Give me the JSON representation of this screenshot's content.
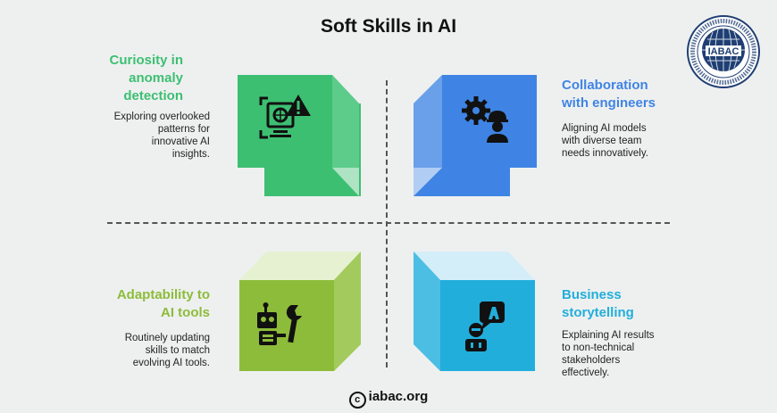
{
  "title": "Soft Skills in AI",
  "footer": {
    "symbol": "c",
    "text": "iabac.org"
  },
  "logo": {
    "lettering": "IABAC",
    "ring_text": "INTERNATIONAL ASSOCIATION OF BUSINESS ANALYTICS CERTIFICATION"
  },
  "colors": {
    "green": "#3dbf72",
    "blue": "#3f84e4",
    "olive": "#8dbc3a",
    "cyan": "#22aedb",
    "logo_navy": "#1f3f73"
  },
  "quadrants": [
    {
      "heading_lines": [
        "Curiosity in",
        "anomaly",
        "detection"
      ],
      "desc_lines": [
        "Exploring overlooked",
        "patterns for",
        "innovative AI",
        "insights."
      ],
      "icon": "monitor-warning-icon"
    },
    {
      "heading_lines": [
        "Collaboration",
        "with engineers"
      ],
      "desc_lines": [
        "Aligning AI models",
        "with diverse team",
        "needs innovatively."
      ],
      "icon": "gear-engineer-icon"
    },
    {
      "heading_lines": [
        "Adaptability to",
        "AI tools"
      ],
      "desc_lines": [
        "Routinely updating",
        "skills to match",
        "evolving AI tools."
      ],
      "icon": "robot-wrench-icon"
    },
    {
      "heading_lines": [
        "Business",
        "storytelling"
      ],
      "desc_lines": [
        "Explaining AI results",
        "to non-technical",
        "stakeholders",
        "effectively."
      ],
      "icon": "robot-speech-icon"
    }
  ]
}
